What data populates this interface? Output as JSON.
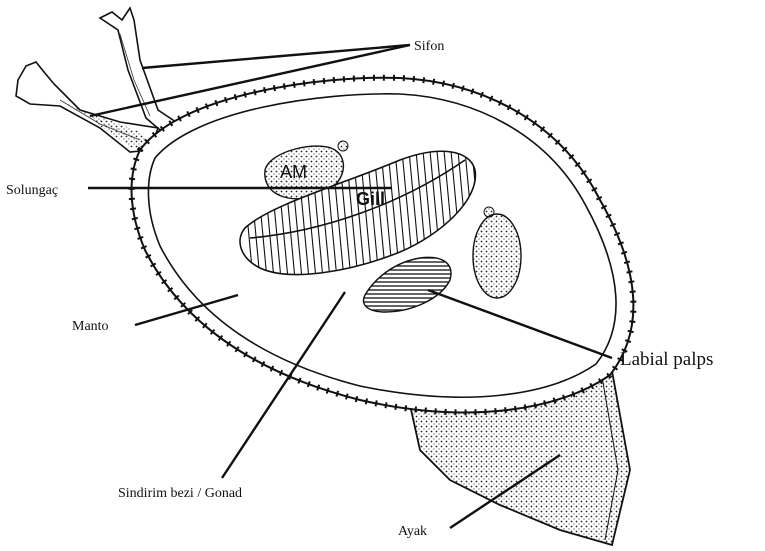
{
  "labels": {
    "siphon": "Sifon",
    "gill": "Solungaç",
    "mantle": "Manto",
    "digestive_gland": "Sindirim bezi / Gonad",
    "foot": "Ayak",
    "labial_palps": "Labial palps"
  },
  "inline_labels": {
    "adductor": "AM",
    "gill": "Gill"
  }
}
